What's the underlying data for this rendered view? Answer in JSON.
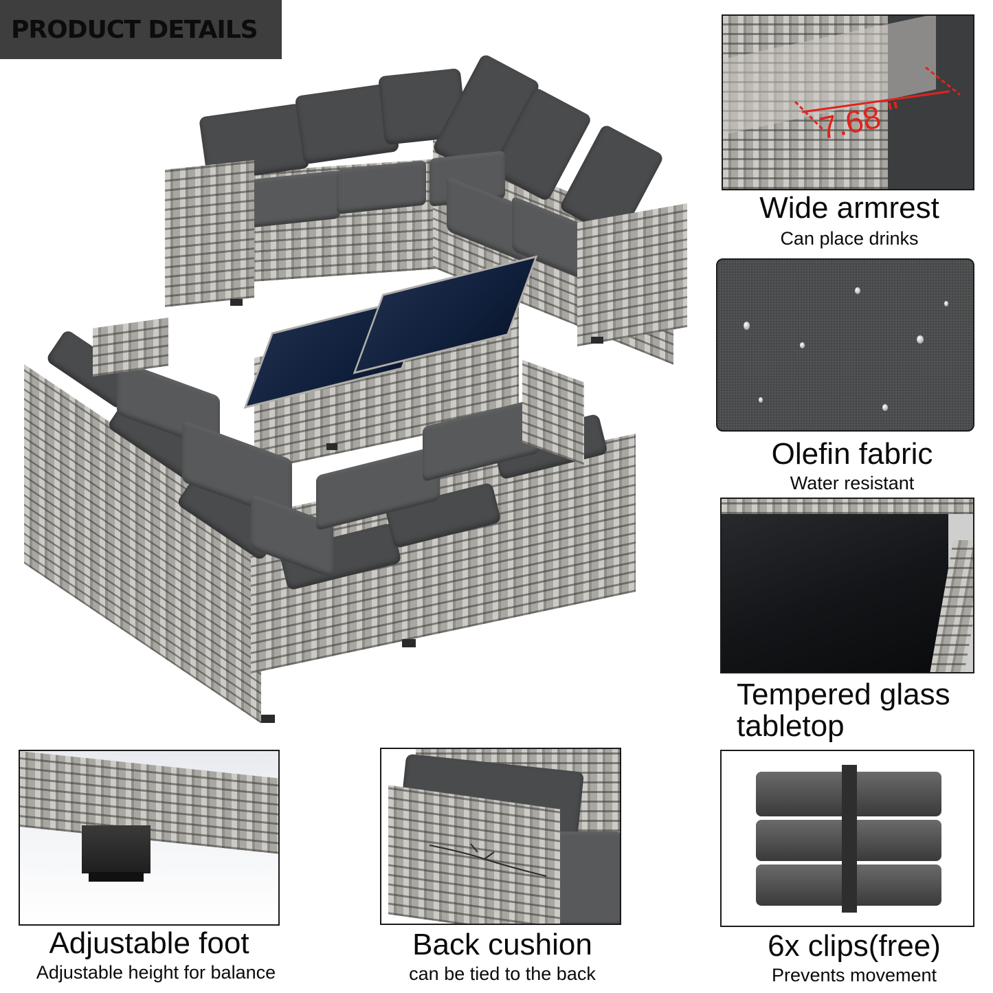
{
  "header": {
    "title": "PRODUCT DETAILS"
  },
  "features": {
    "armrest": {
      "title": "Wide armrest",
      "subtitle": "Can place drinks",
      "measurement": "7.68 \""
    },
    "fabric": {
      "title": "Olefin fabric",
      "subtitle": "Water resistant"
    },
    "glass": {
      "title_line1": "Tempered glass",
      "title_line2": "tabletop"
    },
    "clips": {
      "title": "6x clips(free)",
      "subtitle": "Prevents movement"
    },
    "foot": {
      "title": "Adjustable foot",
      "subtitle": "Adjustable height for balance"
    },
    "cushion": {
      "title": "Back cushion",
      "subtitle": "can be tied to the back"
    }
  },
  "colors": {
    "header_bg": "#3e3e3e",
    "cushion": "#4a4b4d",
    "wicker": "#a9a7a2",
    "glass": "#10203d",
    "measure_red": "#e0231c"
  }
}
